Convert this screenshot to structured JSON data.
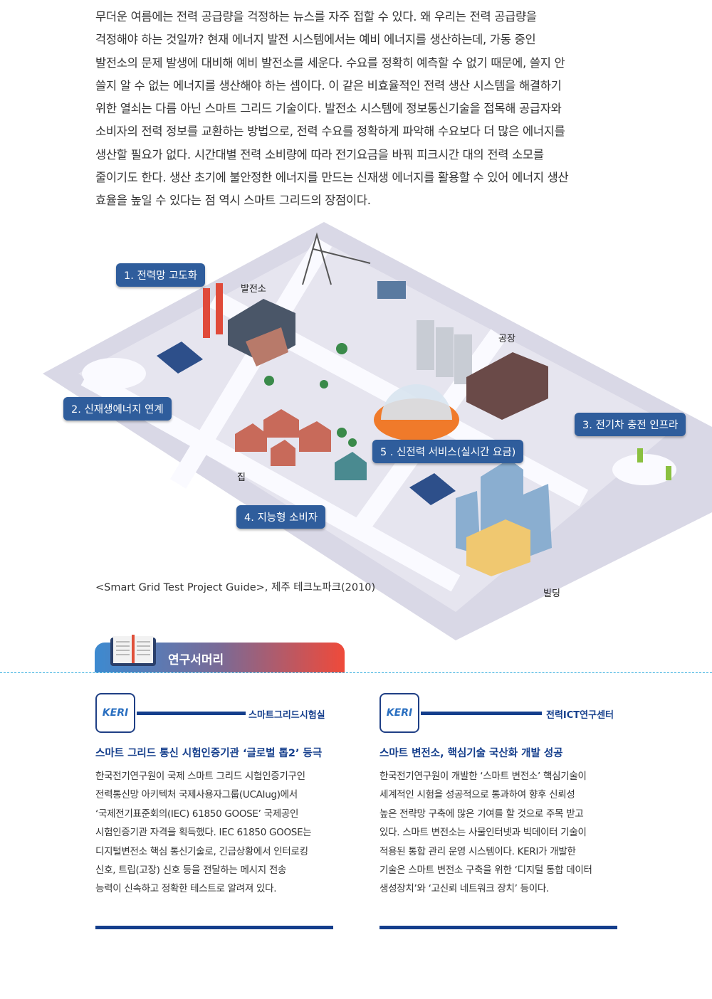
{
  "intro": {
    "lines": [
      "무더운 여름에는 전력 공급량을 걱정하는 뉴스를 자주 접할 수 있다. 왜 우리는 전력 공급량을",
      "걱정해야 하는 것일까? 현재 에너지 발전 시스템에서는 예비 에너지를 생산하는데, 가동 중인",
      "발전소의 문제 발생에 대비해 예비 발전소를 세운다. 수요를 정확히 예측할 수 없기 때문에, 쓸지 안",
      "쓸지 알 수 없는 에너지를 생산해야 하는 셈이다. 이 같은 비효율적인 전력 생산 시스템을 해결하기",
      "위한 열쇠는 다름 아닌 스마트 그리드 기술이다. 발전소 시스템에 정보통신기술을 접목해 공급자와",
      "소비자의 전력 정보를 교환하는 방법으로, 전력 수요를 정확하게 파악해 수요보다 더 많은 에너지를",
      "생산할 필요가 없다. 시간대별 전력 소비량에 따라 전기요금을 바꿔 피크시간 대의 전력 소모를",
      "줄이기도 한다. 생산 초기에 불안정한 에너지를 만드는 신재생 에너지를 활용할 수 있어 에너지 생산",
      "효율을 높일 수 있다는 점 역시 스마트 그리드의 장점이다."
    ]
  },
  "illustration": {
    "labels": [
      "1. 전력망 고도화",
      "2. 신재생에너지 연계",
      "3. 전기차 충전 인프라",
      "4. 지능형 소비자",
      "5 . 신전력 서비스(실시간 요금)"
    ],
    "places": [
      "발전소",
      "공장",
      "집",
      "빌딩"
    ],
    "caption": "<Smart Grid Test Project Guide>, 제주 테크노파크(2010)"
  },
  "section": {
    "title": "연구서머리"
  },
  "cards": [
    {
      "logo": "KERI",
      "dept": "스마트그리드시험실",
      "title": "스마트 그리드 통신 시험인증기관 ‘글로벌 톱2’ 등극",
      "lines": [
        "한국전기연구원이 국제 스마트 그리드 시험인증기구인",
        "전력통신망 아키텍처 국제사용자그룹(UCAIug)에서",
        "‘국제전기표준회의(IEC) 61850 GOOSE’ 국제공인",
        "시험인증기관 자격을 획득했다. IEC 61850 GOOSE는",
        "디지털변전소 핵심 통신기술로, 긴급상황에서 인터로킹",
        "신호, 트립(고장) 신호 등을 전달하는 메시지 전송",
        "능력이 신속하고 정확한 테스트로 알려져 있다."
      ]
    },
    {
      "logo": "KERI",
      "dept": "전력ICT연구센터",
      "title": "스마트 변전소, 핵심기술 국산화 개발 성공",
      "lines": [
        "한국전기연구원이 개발한 ‘스마트 변전소’ 핵심기술이",
        "세계적인 시험을 성공적으로 통과하여 향후 신뢰성",
        "높은 전략망 구축에 많은 기여를 할 것으로 주목 받고",
        "있다.  스마트 변전소는 사물인터넷과 빅데이터 기술이",
        "적용된 통합 관리 운영 시스템이다. KERI가 개발한",
        "기술은 스마트 변전소 구축을 위한 ‘디지털 통합 데이터",
        "생성장치’와 ‘고신뢰 네트워크 장치’ 등이다."
      ]
    }
  ]
}
